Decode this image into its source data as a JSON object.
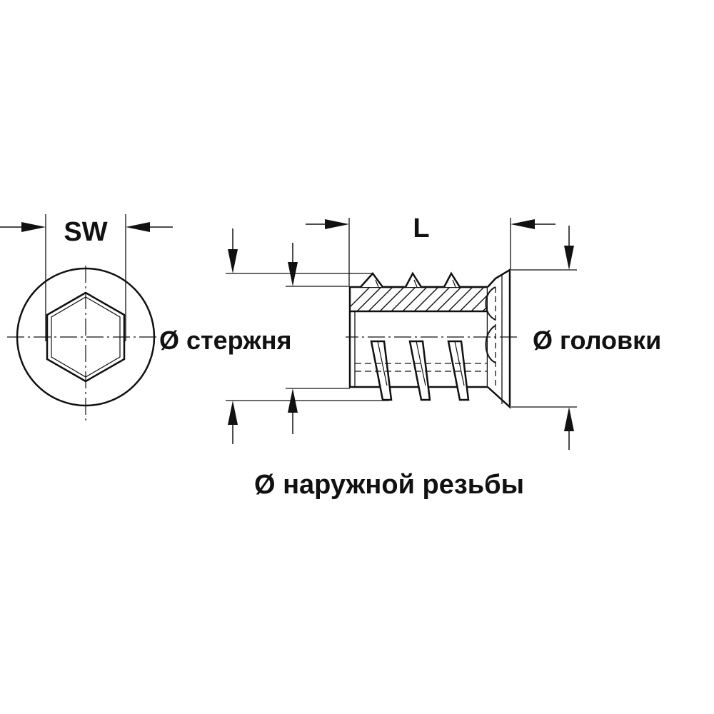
{
  "diagram": {
    "labels": {
      "sw": "SW",
      "length": "L",
      "shank_diameter": "Ø стержня",
      "head_diameter": "Ø головки",
      "outer_thread_diameter": "Ø наружной резьбы"
    },
    "colors": {
      "line": "#111111",
      "background": "#ffffff"
    }
  }
}
